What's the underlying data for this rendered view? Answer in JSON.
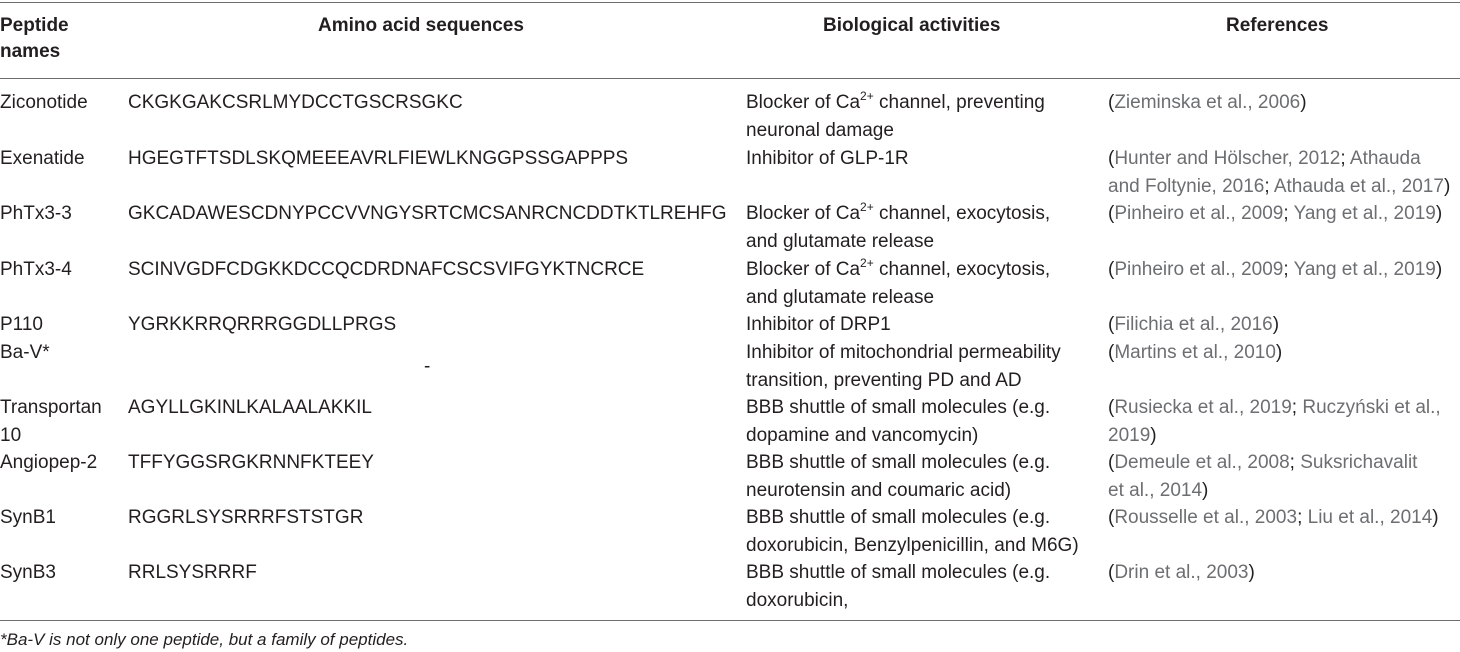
{
  "headers": {
    "name": "Peptide names",
    "sequence": "Amino acid sequences",
    "activity": "Biological activities",
    "references": "References"
  },
  "rows": [
    {
      "name": [
        "Ziconotide"
      ],
      "sequence": "CKGKGAKCSRLMYDCCTGSCRSGKC",
      "activity": [
        [
          "Blocker of Ca",
          "2+",
          " channel, preventing"
        ],
        [
          "neuronal damage"
        ]
      ],
      "references": [
        [
          [
            "(",
            "p"
          ],
          [
            "Zieminska et al., 2006",
            "r"
          ],
          [
            ")",
            "p"
          ]
        ]
      ]
    },
    {
      "name": [
        "Exenatide"
      ],
      "sequence": "HGEGTFTSDLSKQMEEEAVRLFIEWLKNGGPSSGAPPPS",
      "activity": [
        [
          "Inhibitor of GLP-1R"
        ]
      ],
      "references": [
        [
          [
            "(",
            "p"
          ],
          [
            "Hunter and Hölscher, 2012",
            "r"
          ],
          [
            "; ",
            "p"
          ],
          [
            "Athauda",
            "r"
          ]
        ],
        [
          [
            "and Foltynie, 2016",
            "r"
          ],
          [
            "; ",
            "p"
          ],
          [
            "Athauda et al., 2017",
            "r"
          ],
          [
            ")",
            "p"
          ]
        ]
      ]
    },
    {
      "name": [
        "PhTx3-3"
      ],
      "sequence": "GKCADAWESCDNYPCCVVNGYSRTCMCSANRCNCDDTKTLREHFG",
      "activity": [
        [
          "Blocker of Ca",
          "2+",
          " channel, exocytosis,"
        ],
        [
          "and glutamate release"
        ]
      ],
      "references": [
        [
          [
            "(",
            "p"
          ],
          [
            "Pinheiro et al., 2009",
            "r"
          ],
          [
            "; ",
            "p"
          ],
          [
            "Yang et al., 2019",
            "r"
          ],
          [
            ")",
            "p"
          ]
        ]
      ]
    },
    {
      "name": [
        "PhTx3-4"
      ],
      "sequence": "SCINVGDFCDGKKDCCQCDRDNAFCSCSVIFGYKTNCRCE",
      "activity": [
        [
          "Blocker of Ca",
          "2+",
          " channel, exocytosis,"
        ],
        [
          "and glutamate release"
        ]
      ],
      "references": [
        [
          [
            "(",
            "p"
          ],
          [
            "Pinheiro et al., 2009",
            "r"
          ],
          [
            "; ",
            "p"
          ],
          [
            "Yang et al., 2019",
            "r"
          ],
          [
            ")",
            "p"
          ]
        ]
      ]
    },
    {
      "name": [
        "P110"
      ],
      "sequence": "YGRKKRRQRRRGGDLLPRGS",
      "activity": [
        [
          "Inhibitor of DRP1"
        ]
      ],
      "references": [
        [
          [
            "(",
            "p"
          ],
          [
            "Filichia et al., 2016",
            "r"
          ],
          [
            ")",
            "p"
          ]
        ]
      ]
    },
    {
      "name": [
        "Ba-V*"
      ],
      "sequence": "-",
      "activity": [
        [
          "Inhibitor of mitochondrial permeability"
        ],
        [
          "transition, preventing PD and AD"
        ]
      ],
      "references": [
        [
          [
            "(",
            "p"
          ],
          [
            "Martins et al., 2010",
            "r"
          ],
          [
            ")",
            "p"
          ]
        ]
      ]
    },
    {
      "name": [
        "Transportan",
        "10"
      ],
      "sequence": "AGYLLGKINLKALAALAKKIL",
      "activity": [
        [
          "BBB shuttle of small molecules (e.g."
        ],
        [
          "dopamine and vancomycin)"
        ]
      ],
      "references": [
        [
          [
            "(",
            "p"
          ],
          [
            "Rusiecka et al., 2019",
            "r"
          ],
          [
            "; ",
            "p"
          ],
          [
            "Ruczyński et al.,",
            "r"
          ]
        ],
        [
          [
            "2019",
            "r"
          ],
          [
            ")",
            "p"
          ]
        ]
      ]
    },
    {
      "name": [
        "Angiopep-2"
      ],
      "sequence": "TFFYGGSRGKRNNFKTEEY",
      "activity": [
        [
          "BBB shuttle of small molecules (e.g."
        ],
        [
          "neurotensin and coumaric acid)"
        ]
      ],
      "references": [
        [
          [
            "(",
            "p"
          ],
          [
            "Demeule et al., 2008",
            "r"
          ],
          [
            "; ",
            "p"
          ],
          [
            "Suksrichavalit",
            "r"
          ]
        ],
        [
          [
            "et al., 2014",
            "r"
          ],
          [
            ")",
            "p"
          ]
        ]
      ]
    },
    {
      "name": [
        "SynB1"
      ],
      "sequence": "RGGRLSYSRRRFSTSTGR",
      "activity": [
        [
          "BBB shuttle of small molecules (e.g."
        ],
        [
          "doxorubicin, Benzylpenicillin, and M6G)"
        ]
      ],
      "references": [
        [
          [
            "(",
            "p"
          ],
          [
            "Rousselle et al., 2003",
            "r"
          ],
          [
            "; ",
            "p"
          ],
          [
            "Liu et al., 2014",
            "r"
          ],
          [
            ")",
            "p"
          ]
        ]
      ]
    },
    {
      "name": [
        "SynB3"
      ],
      "sequence": "RRLSYSRRRF",
      "activity": [
        [
          "BBB shuttle of small molecules (e.g."
        ],
        [
          "doxorubicin,"
        ]
      ],
      "references": [
        [
          [
            "(",
            "p"
          ],
          [
            "Drin et al., 2003",
            "r"
          ],
          [
            ")",
            "p"
          ]
        ]
      ]
    }
  ],
  "footnote": "*Ba-V is not only one peptide, but a family of peptides."
}
